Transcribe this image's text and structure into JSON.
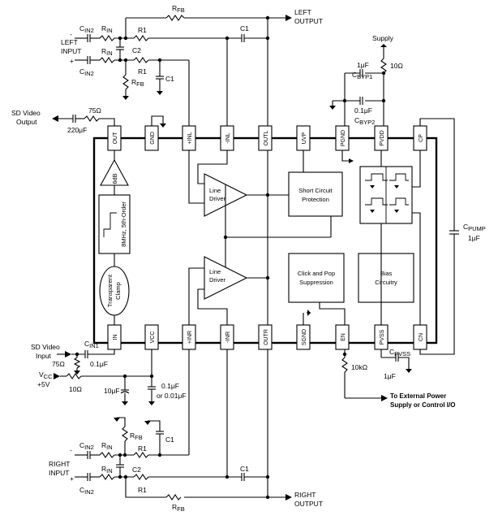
{
  "ports": {
    "left_output": [
      "LEFT",
      "OUTPUT"
    ],
    "left_input": [
      "LEFT",
      "INPUT"
    ],
    "right_output": [
      "RIGHT",
      "OUTPUT"
    ],
    "right_input": [
      "RIGHT",
      "INPUT"
    ],
    "supply": "Supply",
    "sd_video_output": [
      "SD Video",
      "Output"
    ],
    "sd_video_input": [
      "SD Video",
      "Input"
    ],
    "vcc_in": [
      "V",
      "CC",
      "+5V"
    ],
    "external": [
      "To External Power",
      "Supply or Control I/O"
    ]
  },
  "pins_top": [
    "OUT",
    "GND",
    "+INL",
    "-INL",
    "OUTL",
    "UVP",
    "PGND",
    "PVDD",
    "CP"
  ],
  "pins_bottom": [
    "IN",
    "VCC",
    "+INR",
    "-INR",
    "OUTR",
    "SGND",
    "EN",
    "PVSS",
    "CN"
  ],
  "blocks": {
    "gain": "6dB",
    "filter": "8MHz, 5th-Order",
    "clamp": [
      "Transparent",
      "Clamp"
    ],
    "driver_top": [
      "Line",
      "Driver"
    ],
    "driver_bottom": [
      "Line",
      "Driver"
    ],
    "short_circuit": [
      "Short Circuit",
      "Protection"
    ],
    "click_pop": [
      "Click and Pop",
      "Suppression"
    ],
    "bias": [
      "Bias",
      "Circuitry"
    ]
  },
  "components": {
    "rfb": "R",
    "rfb_sub": "FB",
    "rin": "R",
    "rin_sub": "IN",
    "r1": "R1",
    "c1": "C1",
    "c2": "C2",
    "cin2": "C",
    "cin2_sub": "IN2",
    "cin1": "C",
    "cin1_sub": "IN1",
    "r75_out": "75Ω",
    "c220": "220μF",
    "r75_in": "75Ω",
    "c01_in": "0.1μF",
    "r10_vcc": "10Ω",
    "c10": "10μF",
    "c_vcc": [
      "0.1μF",
      "or 0.01μF"
    ],
    "c1uf_byp": "1μF",
    "cbyp1": "C",
    "cbyp1_sub": "BYP1",
    "r10_sup": "10Ω",
    "c01_byp": "0.1μF",
    "cbyp2": "C",
    "cbyp2_sub": "BYP2",
    "cpump": "C",
    "cpump_sub": "PUMP",
    "cpump_val": "1μF",
    "cpvss": "C",
    "cpvss_sub": "PVSS",
    "cpvss_val": "1μF",
    "r10k": "10kΩ"
  },
  "signs": {
    "minus": "-",
    "plus": "+"
  }
}
